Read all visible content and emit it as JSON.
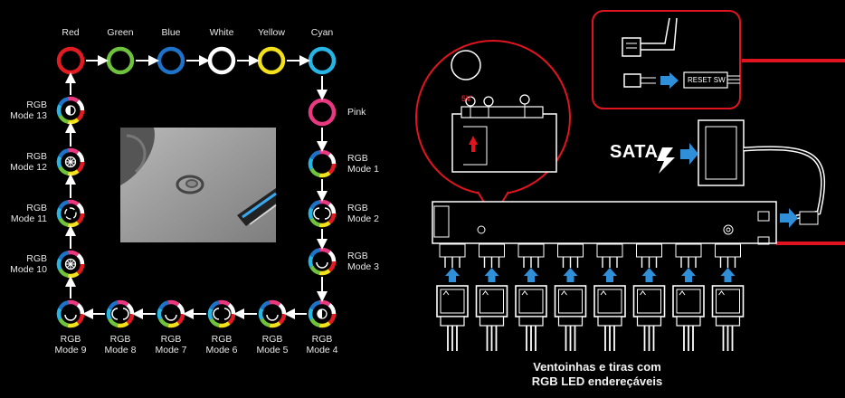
{
  "colors": {
    "accent_red": "#e0141e",
    "arrow_blue": "#2f8fd8",
    "ring_red": "#e01b22",
    "ring_green": "#6fc23e",
    "ring_blue": "#1e73c8",
    "ring_white": "#ffffff",
    "ring_yellow": "#f3e11c",
    "ring_cyan": "#27b5e6",
    "ring_pink": "#e8387f"
  },
  "mode_cycle": {
    "top_row": [
      "Red",
      "Green",
      "Blue",
      "White",
      "Yellow",
      "Cyan"
    ],
    "right_column": [
      "Pink",
      "RGB Mode 1",
      "RGB Mode 2",
      "RGB Mode 3"
    ],
    "bottom_row": [
      "RGB Mode 4",
      "RGB Mode 5",
      "RGB Mode 6",
      "RGB Mode 7",
      "RGB Mode 8",
      "RGB Mode 9"
    ],
    "left_column": [
      "RGB Mode 10",
      "RGB Mode 11",
      "RGB Mode 12",
      "RGB Mode 13"
    ]
  },
  "controller": {
    "sata_label": "SATA",
    "reset_label": "RESET SW",
    "voltage_label": "5V",
    "port_count": 8,
    "caption_line1": "Ventoinhas e tiras com",
    "caption_line2": "RGB LED endereçáveis"
  }
}
